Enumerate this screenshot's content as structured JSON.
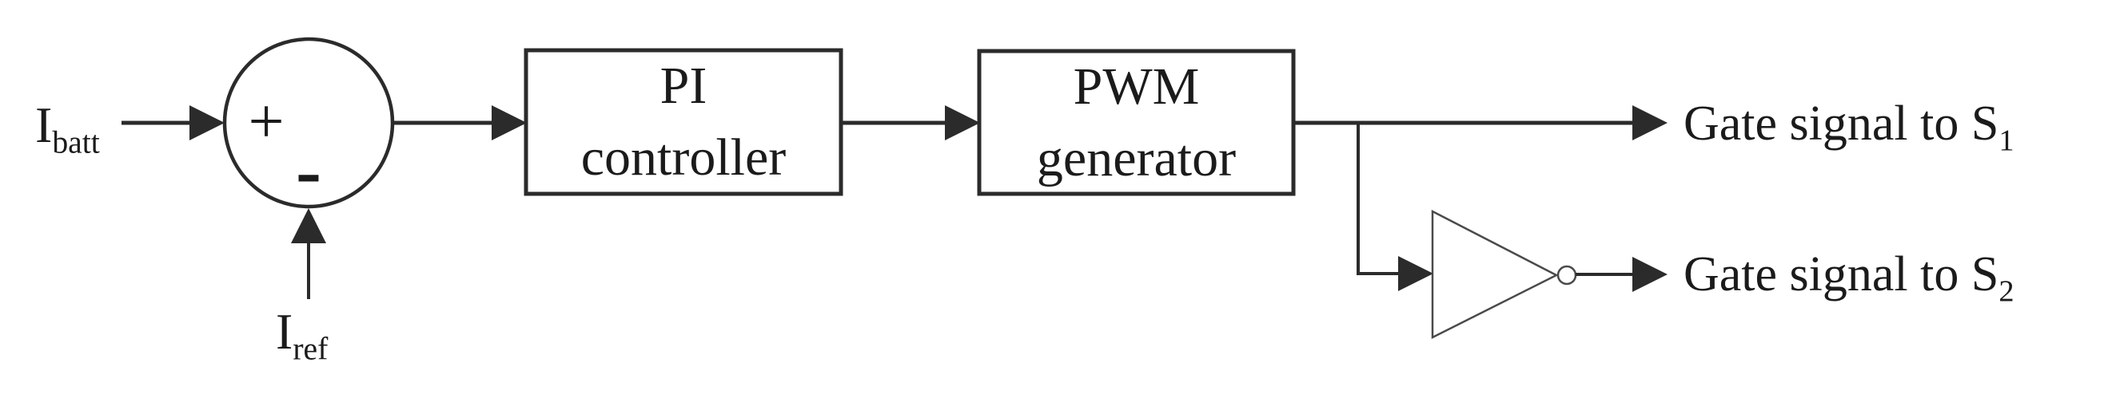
{
  "colors": {
    "background": "#ffffff",
    "line_color": "#2b2b2b",
    "text_color": "#1b1b1b",
    "gate_stroke": "#4a4a4a"
  },
  "labels": {
    "input_main": {
      "base": "I",
      "sub": "batt"
    },
    "input_ref": {
      "base": "I",
      "sub": "ref"
    },
    "sum_plus": "+",
    "sum_minus": "-"
  },
  "blocks": {
    "pi": {
      "line1": "PI",
      "line2": "controller"
    },
    "pwm": {
      "line1": "PWM",
      "line2": "generator"
    }
  },
  "outputs": {
    "s1": {
      "text": "Gate signal to S",
      "sub": "1"
    },
    "s2": {
      "text": "Gate signal to S",
      "sub": "2"
    }
  },
  "icons": {
    "summing_junction": "circle-sum-icon",
    "inverter": "not-gate-triangle-icon",
    "inverter_bubble": "inversion-bubble-icon",
    "arrowhead": "solid-triangle-arrowhead-icon"
  }
}
